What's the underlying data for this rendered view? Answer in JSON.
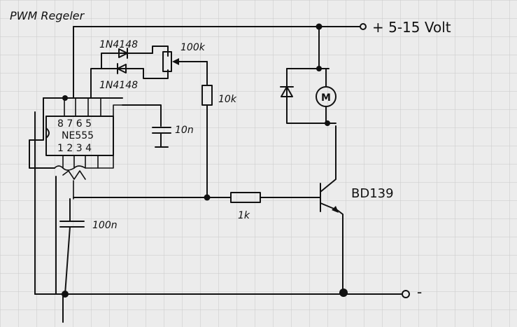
{
  "title": "PWM Regeler",
  "supply_label": "+ 5-15 Volt",
  "ground_label": "-",
  "ic": {
    "name": "NE555",
    "top_pins": "8 7 6 5",
    "bottom_pins": "1 2 3 4"
  },
  "diode_top_label": "1N4148",
  "diode_bottom_label": "1N4148",
  "pot_label": "100k",
  "resistor_10k_label": "10k",
  "resistor_1k_label": "1k",
  "cap_10n_label": "10n",
  "cap_100n_label": "100n",
  "transistor_label": "BD139",
  "motor_label": "M"
}
